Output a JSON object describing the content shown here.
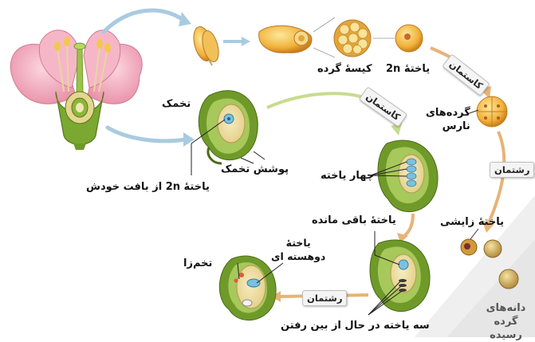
{
  "labels": {
    "pollen_sac": "کیسهٔ گرده",
    "cell_2n_top": "یاختهٔ 2n",
    "immature_pollen": "گرده‌های\nنارس",
    "ovule": "تخمک",
    "ovule_coat": "پوشش تخمک",
    "cell_2n_own_tissue": "یاختهٔ 2n از بافت خودش",
    "four_cells": "چهار یاخته",
    "remaining_cell": "یاختهٔ باقی مانده",
    "binucleate_cell": "یاختهٔ\nدوهسته ای",
    "egg_cell": "تخم‌زا",
    "dying_cells": "سه یاخته در حال از بین رفتن",
    "generative_cell": "یاختهٔ زایشی",
    "mature_pollen": "دانه‌های گرده\nرسیده"
  },
  "tags": {
    "meiosis_top": "کاستمان",
    "meiosis_middle": "کاستمان",
    "mitosis_right": "رشتمان",
    "mitosis_bottom": "رشتمان"
  },
  "colors": {
    "petal": "#f1a0b4",
    "ovule_green": "#6f9a2a",
    "anther_orange": "#e8a43c",
    "arrow_blue": "#a9cbe0",
    "arrow_green": "#b9d27a",
    "arrow_orange": "#e2a35a",
    "nucleus_blue": "#7ac0e0"
  },
  "icons": [
    "flower-cross-section-image",
    "anther-image",
    "pollen-sac-image",
    "cell-image",
    "ovule-image"
  ]
}
